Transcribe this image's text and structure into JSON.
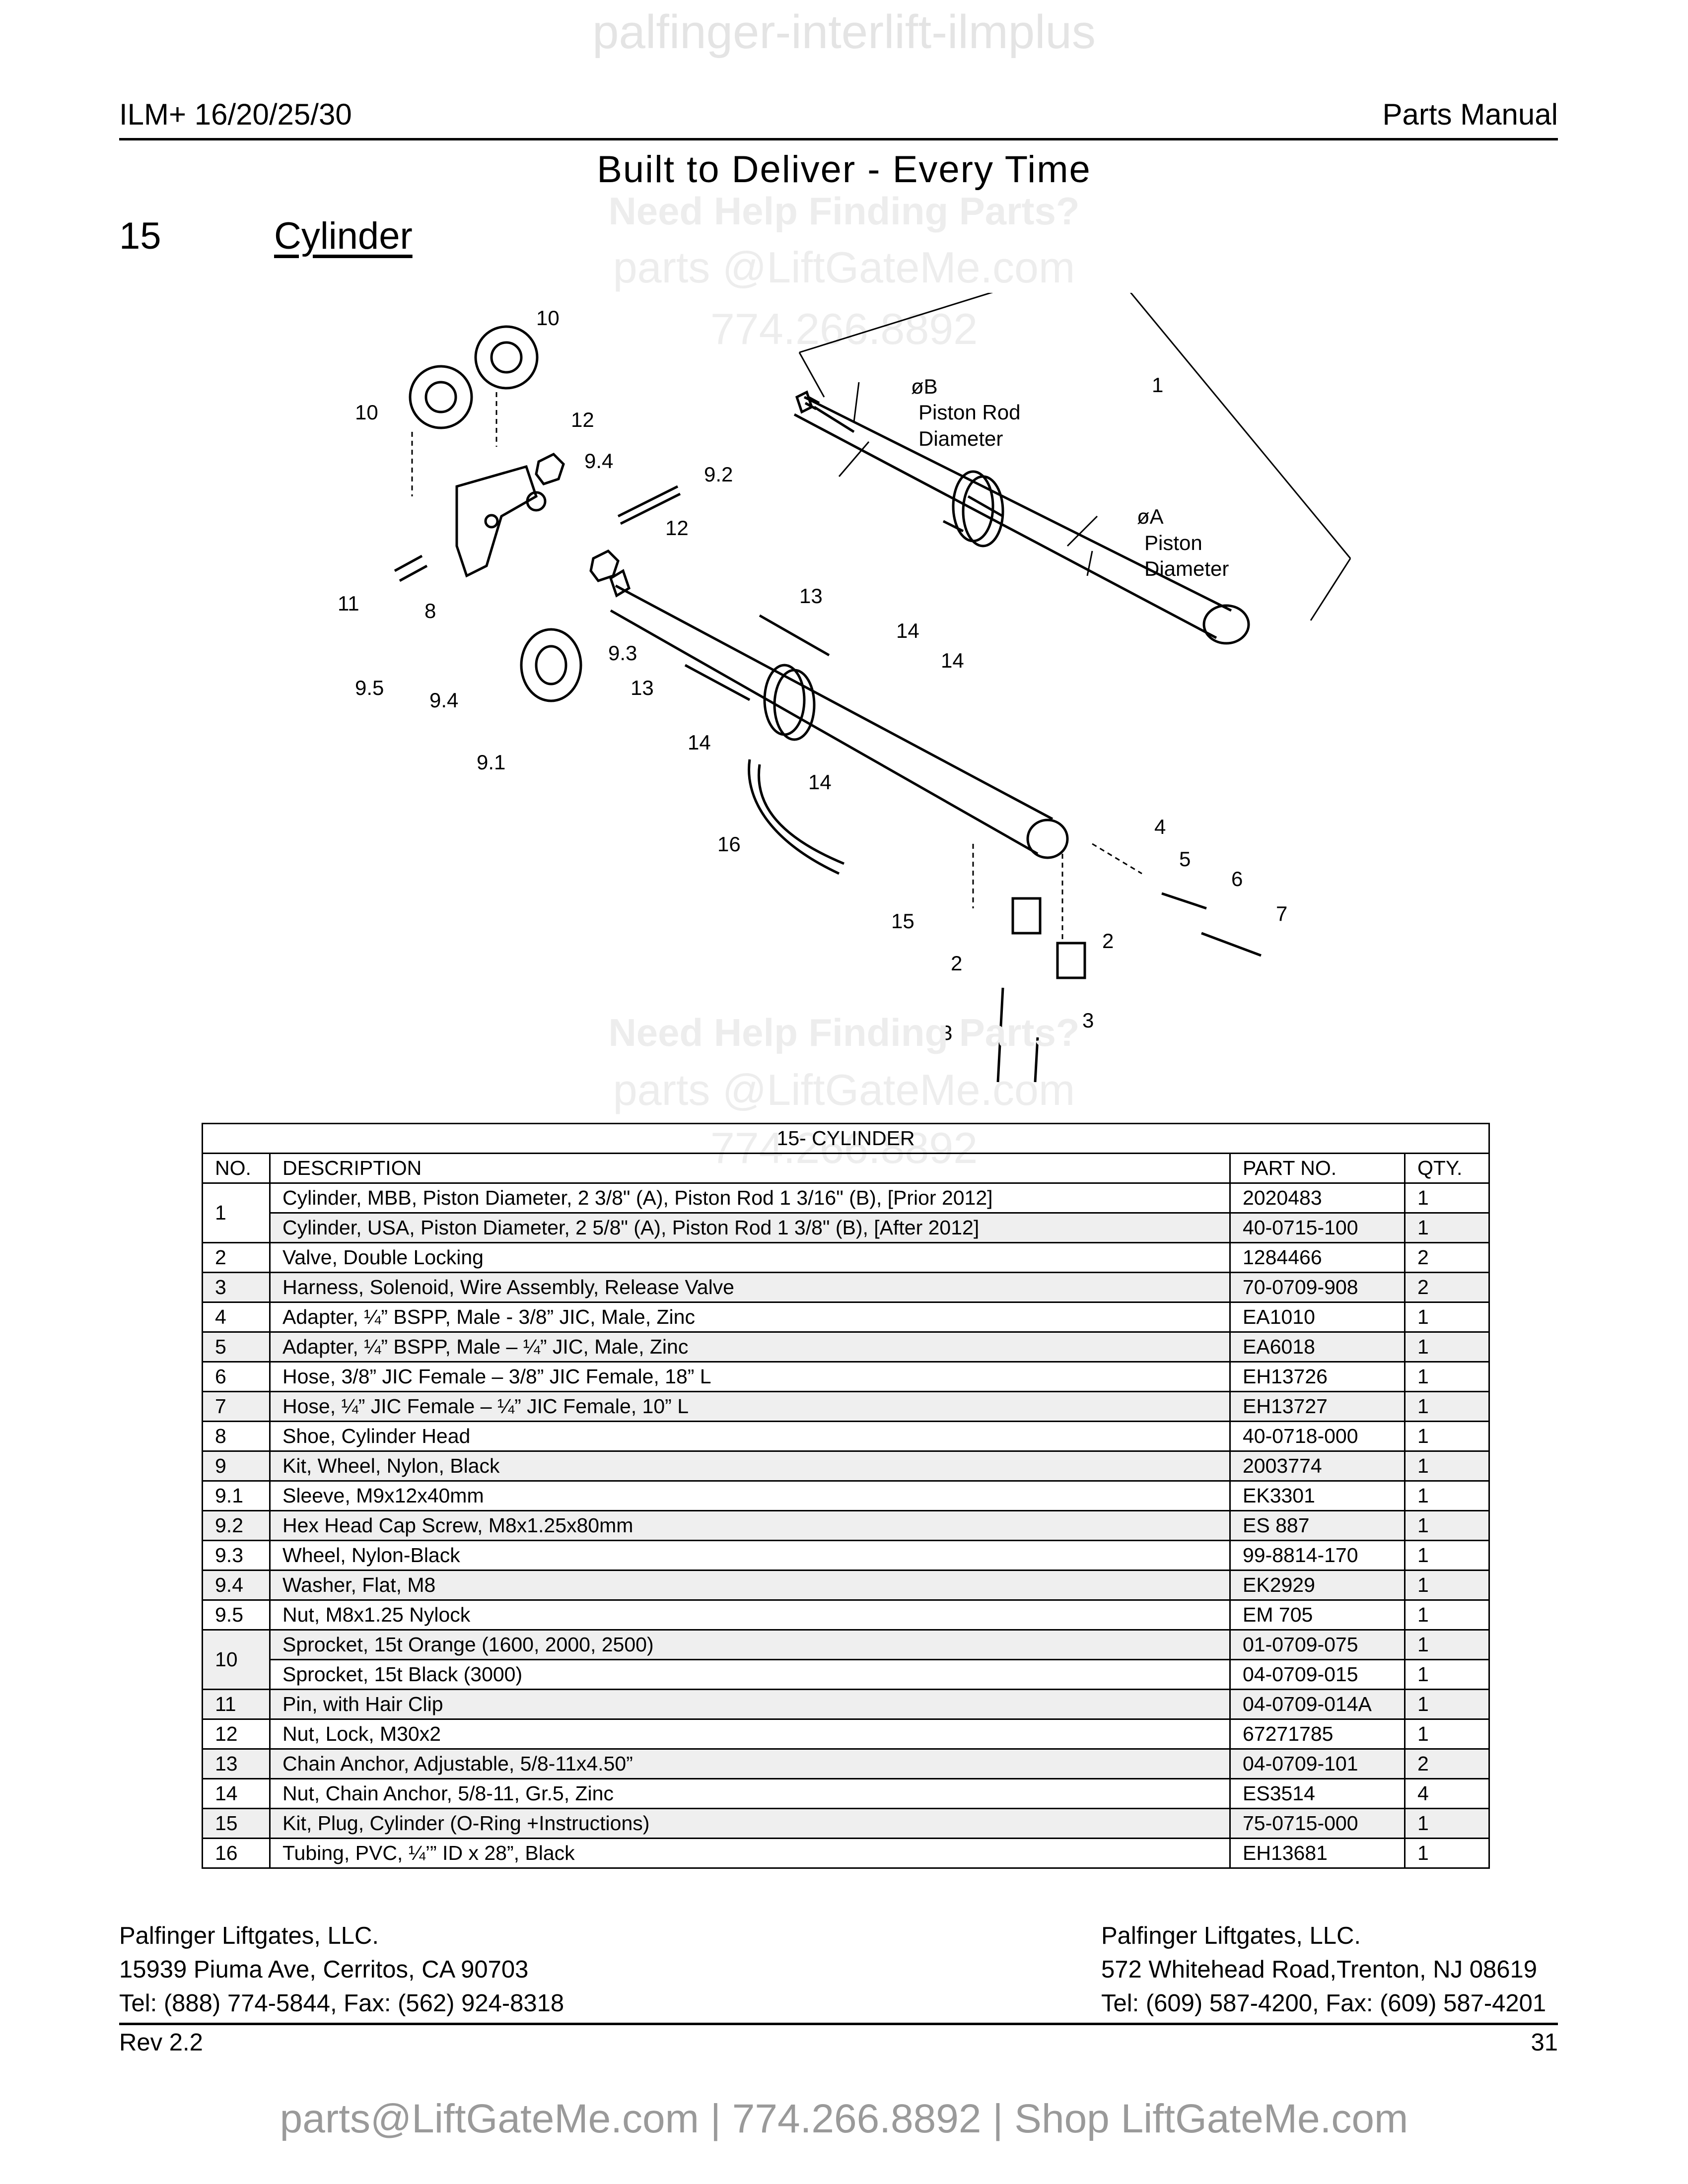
{
  "watermark": {
    "top": "palfinger-interlift-ilmplus",
    "help": "Need Help Finding Parts?",
    "email": "parts @LiftGateMe.com",
    "phone": "774.266.8892"
  },
  "header": {
    "left": "ILM+ 16/20/25/30",
    "right": "Parts Manual",
    "tagline": "Built to Deliver - Every Time"
  },
  "section": {
    "number": "15",
    "title": "Cylinder"
  },
  "diagram": {
    "callouts": [
      "1",
      "2",
      "2",
      "3",
      "3",
      "4",
      "5",
      "6",
      "7",
      "8",
      "9.1",
      "9.2",
      "9.3",
      "9.4",
      "9.4",
      "9.5",
      "10",
      "10",
      "11",
      "12",
      "12",
      "13",
      "13",
      "14",
      "14",
      "14",
      "14",
      "15",
      "16"
    ],
    "label_b_symbol": "øB",
    "label_b_line1": "Piston Rod",
    "label_b_line2": "Diameter",
    "label_a_symbol": "øA",
    "label_a_line1": "Piston",
    "label_a_line2": "Diameter"
  },
  "table": {
    "caption": "15- CYLINDER",
    "headers": {
      "no": "NO.",
      "description": "DESCRIPTION",
      "part": "PART NO.",
      "qty": "QTY."
    },
    "rows": [
      {
        "no": "1",
        "description": "Cylinder, MBB, Piston Diameter, 2 3/8\" (A), Piston Rod 1 3/16\"  (B), [Prior 2012]",
        "part": "2020483",
        "qty": "1"
      },
      {
        "no": "",
        "description": "Cylinder, USA, Piston Diameter, 2 5/8\" (A), Piston Rod 1 3/8\" (B), [After 2012]",
        "part": "40-0715-100",
        "qty": "1"
      },
      {
        "no": "2",
        "description": "Valve, Double Locking",
        "part": "1284466",
        "qty": "2"
      },
      {
        "no": "3",
        "description": "Harness, Solenoid, Wire Assembly, Release Valve",
        "part": "70-0709-908",
        "qty": "2"
      },
      {
        "no": "4",
        "description": "Adapter, ¼” BSPP, Male -  3/8” JIC, Male, Zinc",
        "part": "EA1010",
        "qty": "1"
      },
      {
        "no": "5",
        "description": "Adapter, ¼” BSPP, Male – ¼” JIC, Male, Zinc",
        "part": "EA6018",
        "qty": "1"
      },
      {
        "no": "6",
        "description": "Hose, 3/8” JIC Female – 3/8” JIC Female, 18” L",
        "part": "EH13726",
        "qty": "1"
      },
      {
        "no": "7",
        "description": "Hose, ¼” JIC Female – ¼” JIC Female, 10” L",
        "part": "EH13727",
        "qty": "1"
      },
      {
        "no": "8",
        "description": "Shoe, Cylinder Head",
        "part": "40-0718-000",
        "qty": "1"
      },
      {
        "no": "9",
        "description": "Kit, Wheel, Nylon, Black",
        "part": "2003774",
        "qty": "1"
      },
      {
        "no": "9.1",
        "description": "Sleeve, M9x12x40mm",
        "part": "EK3301",
        "qty": "1"
      },
      {
        "no": "9.2",
        "description": "Hex Head Cap Screw, M8x1.25x80mm",
        "part": "ES 887",
        "qty": "1"
      },
      {
        "no": "9.3",
        "description": "Wheel, Nylon-Black",
        "part": "99-8814-170",
        "qty": "1"
      },
      {
        "no": "9.4",
        "description": "Washer, Flat, M8",
        "part": "EK2929",
        "qty": "1"
      },
      {
        "no": "9.5",
        "description": "Nut, M8x1.25 Nylock",
        "part": "EM 705",
        "qty": "1"
      },
      {
        "no": "10",
        "description": "Sprocket, 15t Orange (1600, 2000, 2500)",
        "part": "01-0709-075",
        "qty": "1"
      },
      {
        "no": "",
        "description": "Sprocket, 15t Black (3000)",
        "part": "04-0709-015",
        "qty": "1"
      },
      {
        "no": "11",
        "description": "Pin, with Hair Clip",
        "part": "04-0709-014A",
        "qty": "1"
      },
      {
        "no": "12",
        "description": "Nut, Lock, M30x2",
        "part": "67271785",
        "qty": "1"
      },
      {
        "no": "13",
        "description": "Chain Anchor, Adjustable, 5/8-11x4.50”",
        "part": "04-0709-101",
        "qty": "2"
      },
      {
        "no": "14",
        "description": "Nut, Chain Anchor, 5/8-11, Gr.5, Zinc",
        "part": "ES3514",
        "qty": "4"
      },
      {
        "no": "15",
        "description": "Kit, Plug, Cylinder (O-Ring +Instructions)",
        "part": "75-0715-000",
        "qty": "1"
      },
      {
        "no": "16",
        "description": "Tubing, PVC, ¼’” ID x 28”, Black",
        "part": "EH13681",
        "qty": "1"
      }
    ]
  },
  "footer": {
    "left": {
      "company": "Palfinger Liftgates, LLC.",
      "address": "15939 Piuma Ave, Cerritos, CA 90703",
      "contact": "Tel: (888) 774-5844, Fax: (562) 924-8318"
    },
    "right": {
      "company": "Palfinger Liftgates, LLC.",
      "address": "572 Whitehead Road,Trenton, NJ 08619",
      "contact": "Tel: (609) 587-4200, Fax: (609) 587-4201"
    },
    "revision": "Rev 2.2",
    "page": "31",
    "promo": "parts@LiftGateMe.com | 774.266.8892 | Shop LiftGateMe.com"
  }
}
